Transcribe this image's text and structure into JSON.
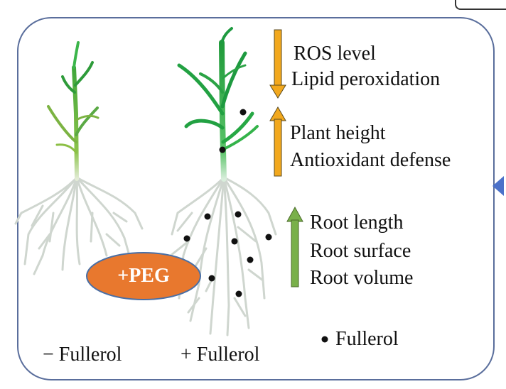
{
  "effects": {
    "decrease": [
      "ROS level",
      "Lipid peroxidation"
    ],
    "increase_shoot": [
      "Plant height",
      "Antioxidant defense"
    ],
    "increase_root": [
      "Root length",
      "Root surface",
      "Root volume"
    ]
  },
  "treatment_badge": "+PEG",
  "legend": {
    "dot_label": "Fullerol"
  },
  "plant_labels": {
    "control": "− Fullerol",
    "treated": "+ Fullerol"
  },
  "colors": {
    "decrease_arrow": "#f2a81d",
    "increase_shoot_arrow": "#f2a81d",
    "increase_root_arrow": "#79b04a",
    "badge": "#e8782e",
    "panel_border": "#5a6e9c",
    "leaf": "#3bb54a",
    "root": "#d6dcd6",
    "pointer": "#4b71c9"
  }
}
